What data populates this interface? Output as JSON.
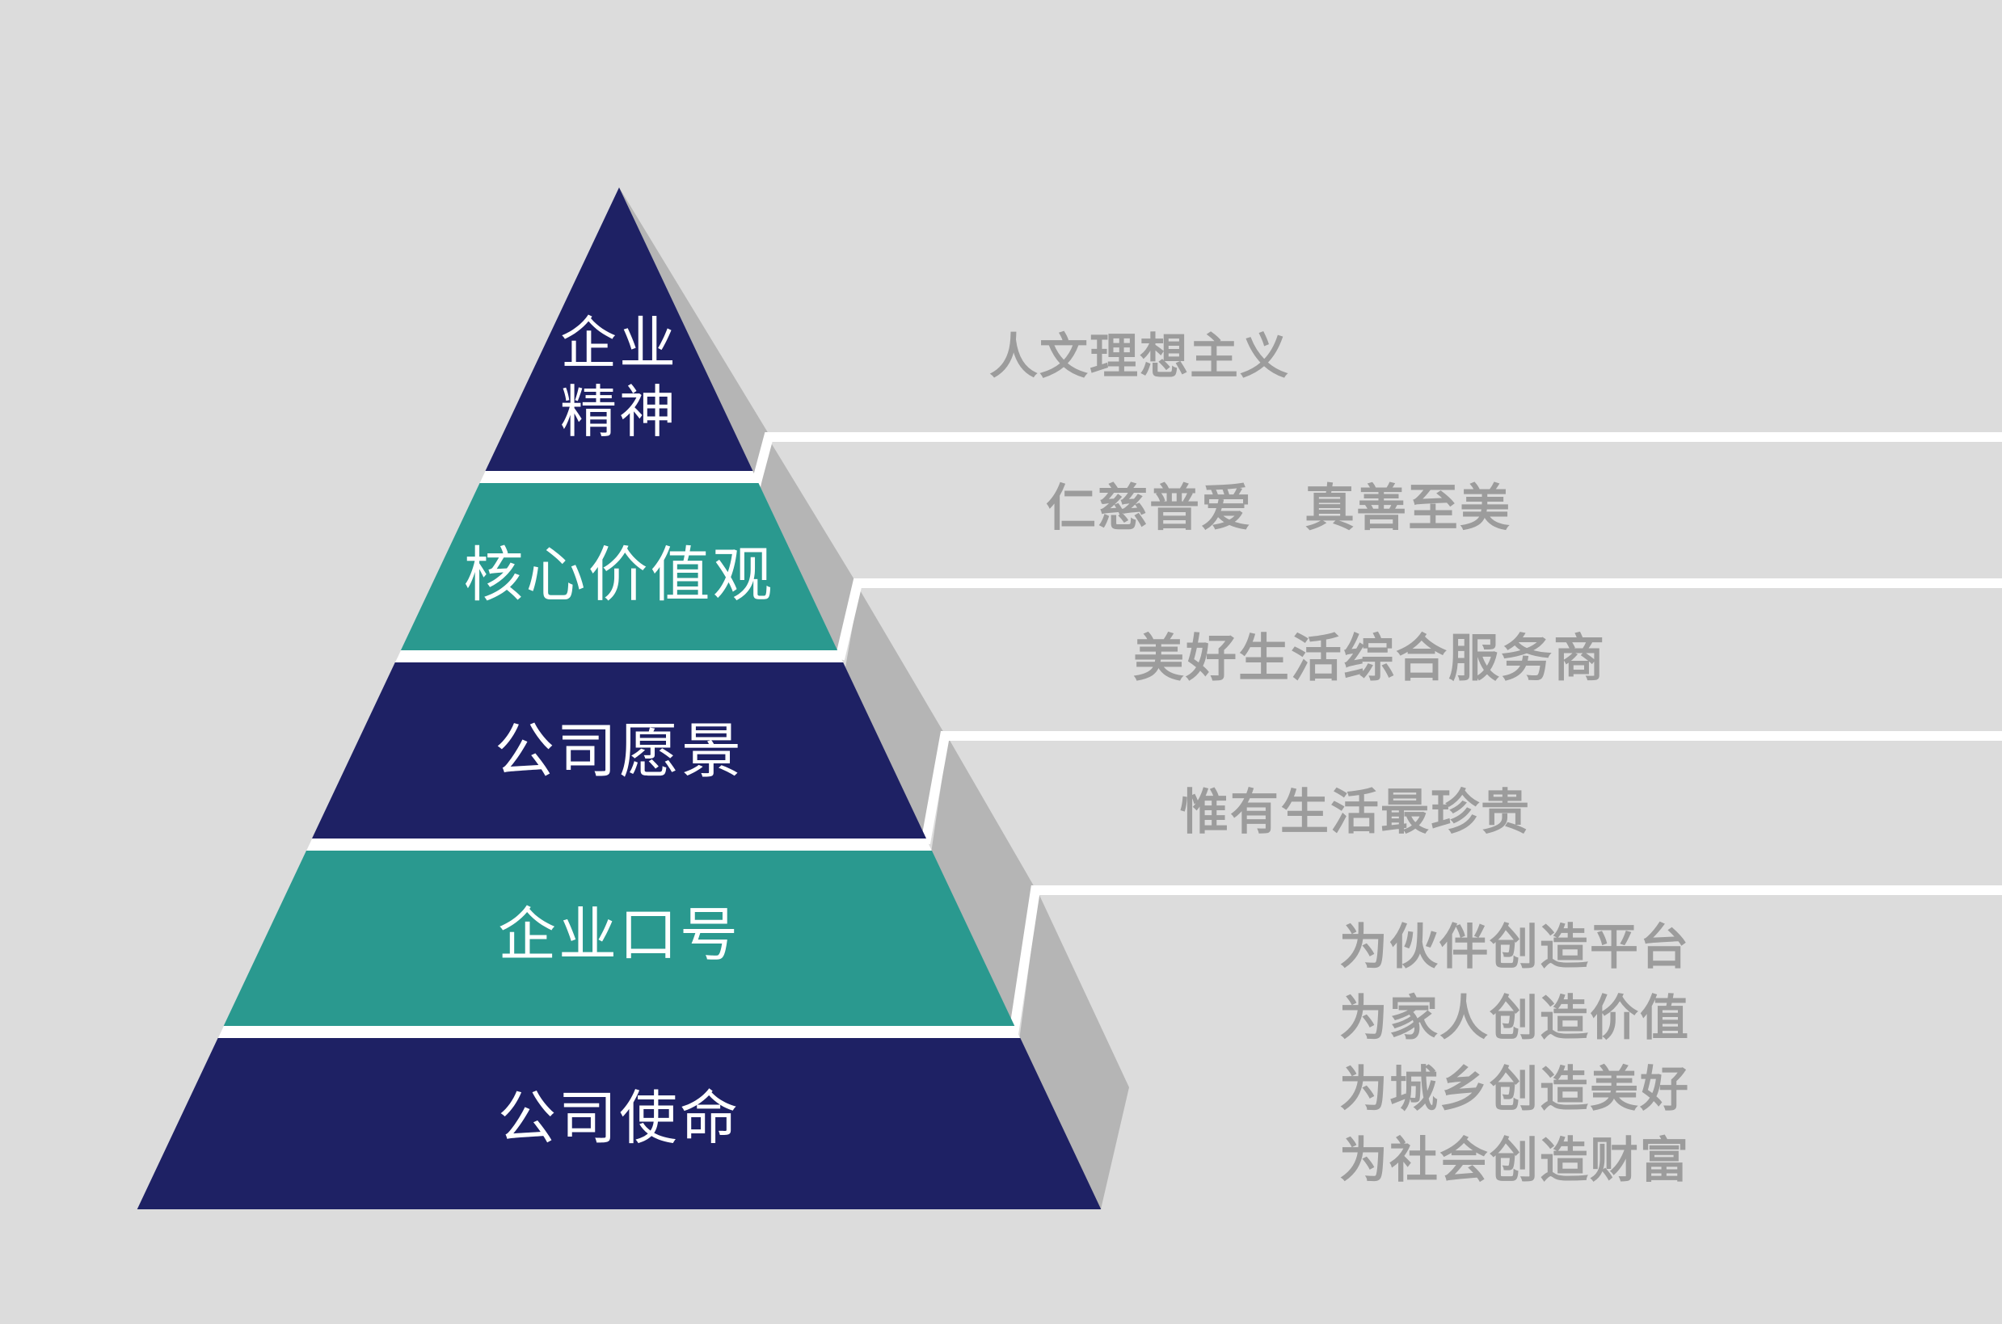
{
  "colors": {
    "background": "#dcdcdc",
    "navy": "#1e2164",
    "teal": "#2a998f",
    "shadow": "#b5b5b5",
    "separator": "#ffffff",
    "pyramid_text": "#ffffff",
    "annotation_text": "#9c9c9c"
  },
  "pyramid": {
    "levels": [
      {
        "id": "spirit",
        "label": "企业精神",
        "display_label": "企业\n精神",
        "color": "#1e2164"
      },
      {
        "id": "values",
        "label": "核心价值观",
        "display_label": "核心价值观",
        "color": "#2a998f"
      },
      {
        "id": "vision",
        "label": "公司愿景",
        "display_label": "公司愿景",
        "color": "#1e2164"
      },
      {
        "id": "slogan",
        "label": "企业口号",
        "display_label": "企业口号",
        "color": "#2a998f"
      },
      {
        "id": "mission",
        "label": "公司使命",
        "display_label": "公司使命",
        "color": "#1e2164"
      }
    ]
  },
  "annotations": {
    "rows": [
      {
        "for": "spirit",
        "text": "人文理想主义"
      },
      {
        "for": "values",
        "text": "仁慈普爱　真善至美"
      },
      {
        "for": "vision",
        "text": "美好生活综合服务商"
      },
      {
        "for": "slogan",
        "text": "惟有生活最珍贵"
      },
      {
        "for": "mission",
        "text": "为伙伴创造平台\n为家人创造价值\n为城乡创造美好\n为社会创造财富"
      }
    ]
  }
}
